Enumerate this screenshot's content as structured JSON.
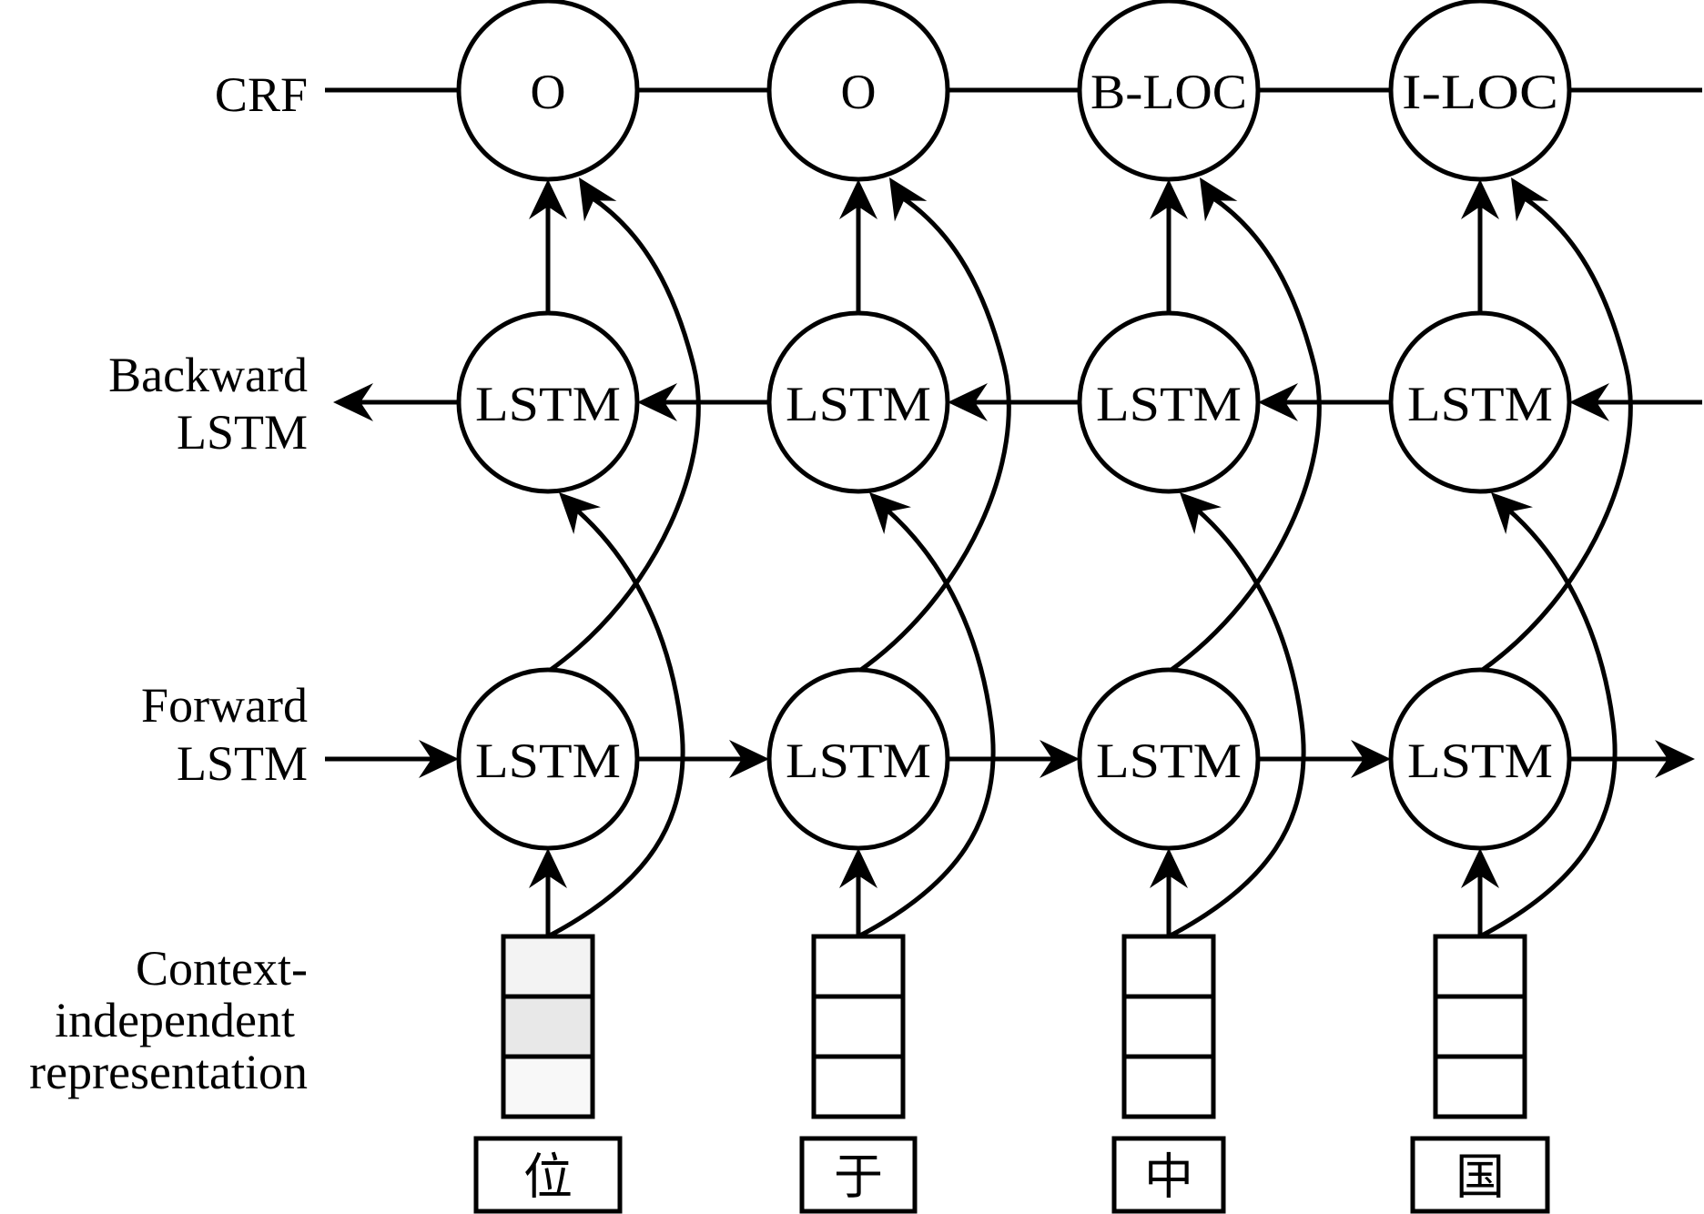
{
  "diagram": {
    "title": "BiLSTM-CRF sequence labeling",
    "row_labels": {
      "crf": [
        "CRF"
      ],
      "backward": [
        "Backward",
        "LSTM"
      ],
      "forward": [
        "Forward",
        "LSTM"
      ],
      "representation": [
        "Context-",
        "independent",
        "representation"
      ]
    },
    "columns": [
      {
        "tag": "O",
        "backward_label": "LSTM",
        "forward_label": "LSTM",
        "token": "位",
        "embedding_cells": 3,
        "embedding_fills": [
          "#f3f3f3",
          "#e8e8e8",
          "#f8f8f8"
        ]
      },
      {
        "tag": "O",
        "backward_label": "LSTM",
        "forward_label": "LSTM",
        "token": "于",
        "embedding_cells": 3,
        "embedding_fills": [
          "#ffffff",
          "#ffffff",
          "#ffffff"
        ]
      },
      {
        "tag": "B-LOC",
        "backward_label": "LSTM",
        "forward_label": "LSTM",
        "token": "中",
        "embedding_cells": 3,
        "embedding_fills": [
          "#ffffff",
          "#ffffff",
          "#ffffff"
        ]
      },
      {
        "tag": "I-LOC",
        "backward_label": "LSTM",
        "forward_label": "LSTM",
        "token": "国",
        "embedding_cells": 3,
        "embedding_fills": [
          "#ffffff",
          "#ffffff",
          "#ffffff"
        ]
      }
    ],
    "edges": {
      "crf_chain": "undirected",
      "backward_direction": "right-to-left",
      "forward_direction": "left-to-right",
      "forward_to_crf": "curved arrow",
      "backward_to_crf": "straight arrow",
      "input_to_forward": "straight arrow",
      "input_to_backward": "curved arrow"
    },
    "colors": {
      "stroke": "#000000",
      "background": "#ffffff"
    }
  }
}
